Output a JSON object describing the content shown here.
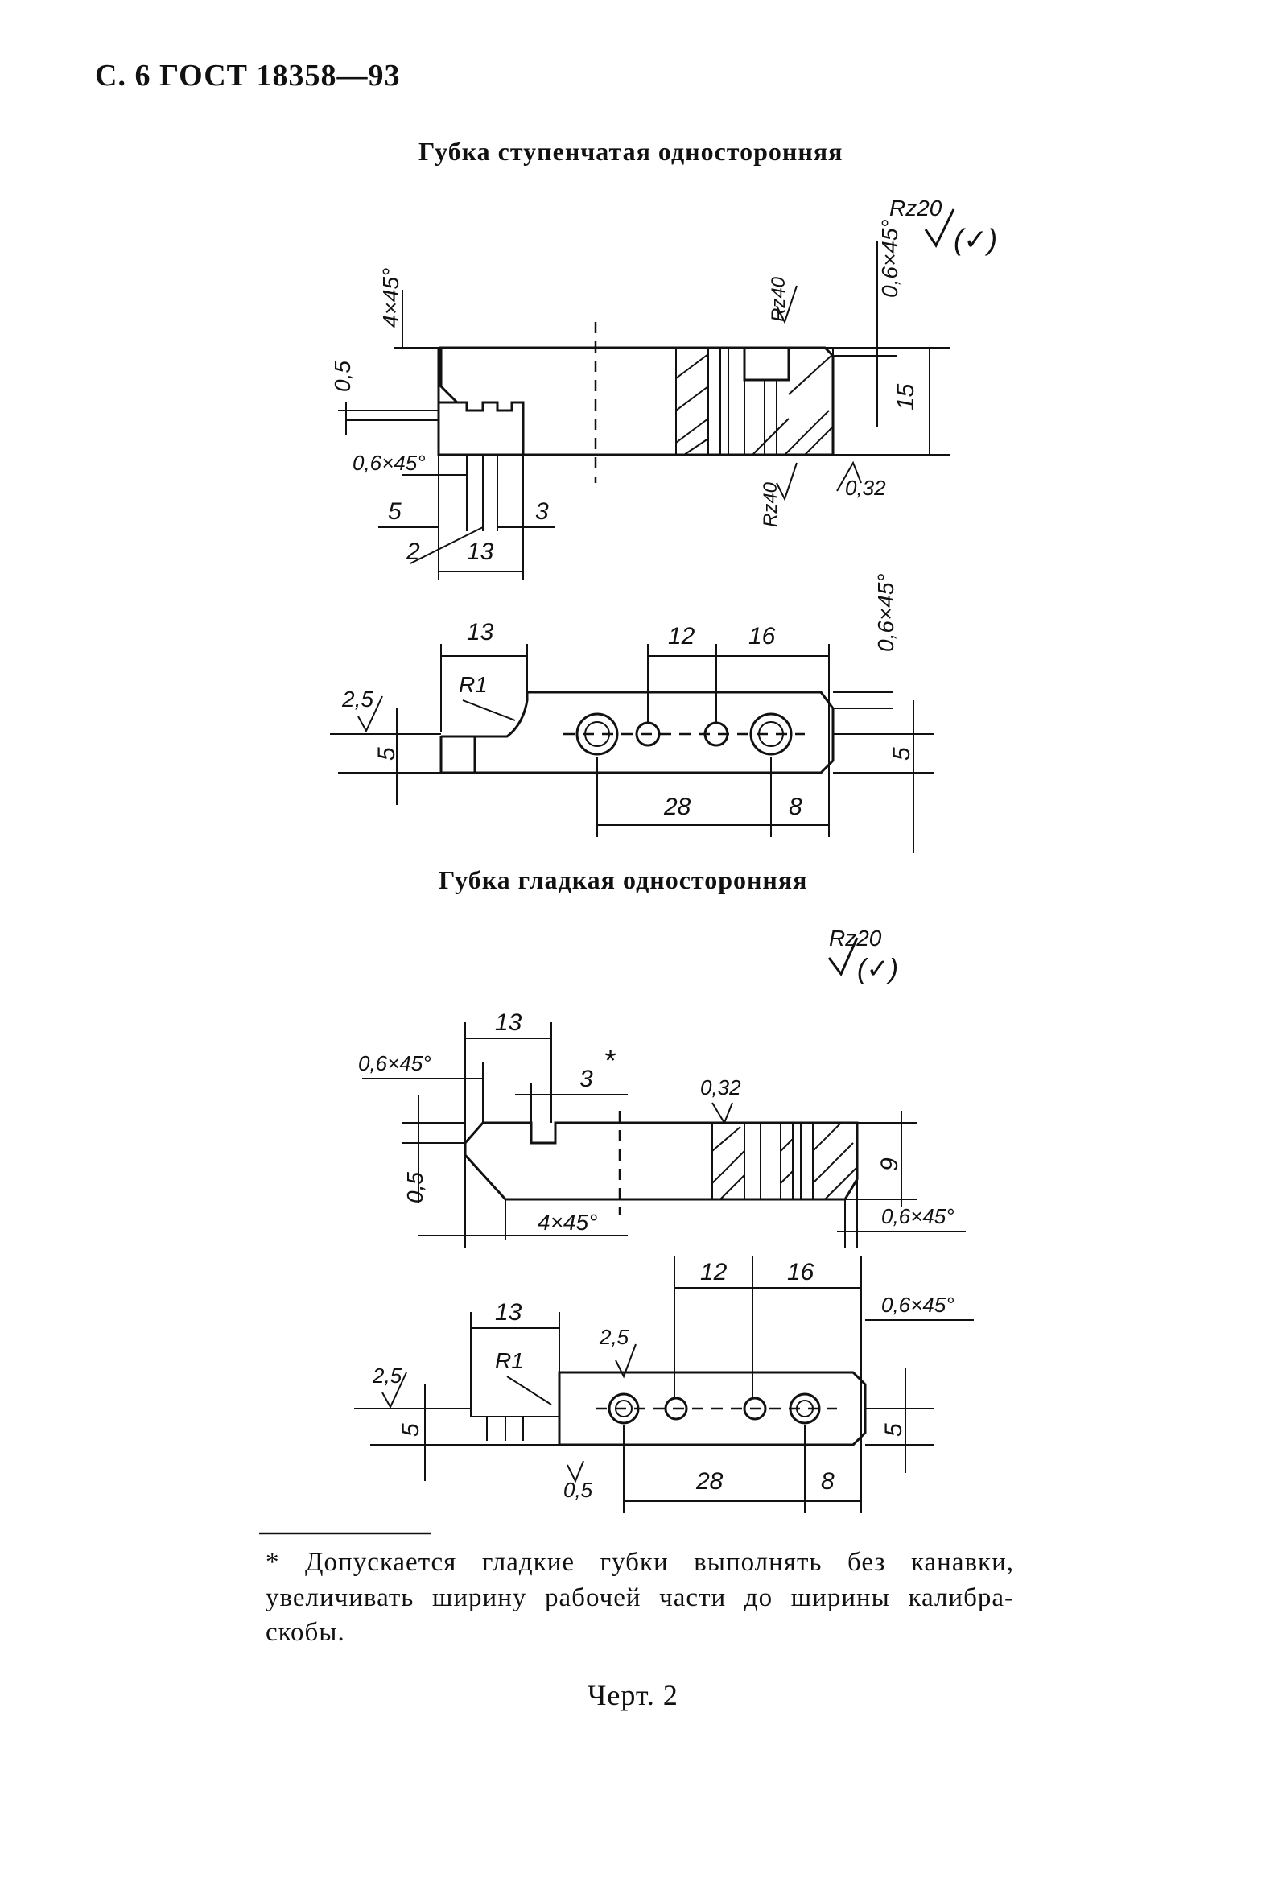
{
  "header": "С. 6 ГОСТ 18358—93",
  "section1": {
    "title": "Губка ступенчатая односторонняя",
    "roughness_main": "Rz20",
    "side_view": {
      "chamfer_top": "4×45°",
      "dim_05": "0,5",
      "chamfer_small": "0,6×45°",
      "dim_5": "5",
      "dim_2": "2",
      "dim_13": "13",
      "dim_3": "3",
      "rz40_top": "Rz40",
      "rz40_bottom": "Rz40",
      "chamfer_right": "0,6×45°",
      "dim_15": "15",
      "ra_032": "0,32"
    },
    "plan_view": {
      "dim_13": "13",
      "dim_12": "12",
      "dim_16": "16",
      "chamfer_right": "0,6×45°",
      "ra_25": "2,5",
      "radius": "R1",
      "dim_5_left": "5",
      "dim_5_right": "5",
      "dim_28": "28",
      "dim_8": "8"
    }
  },
  "section2": {
    "title": "Губка гладкая односторонняя",
    "roughness_main": "Rz20",
    "side_view": {
      "dim_13": "13",
      "chamfer_left": "0,6×45°",
      "dim_3": "3",
      "asterisk": "*",
      "ra_032": "0,32",
      "dim_9": "9",
      "dim_05": "0,5",
      "chamfer_bottom": "4×45°",
      "chamfer_right": "0,6×45°"
    },
    "plan_view": {
      "dim_12": "12",
      "dim_16": "16",
      "dim_13": "13",
      "chamfer_right": "0,6×45°",
      "ra_25_top": "2,5",
      "radius": "R1",
      "ra_25_left": "2,5",
      "dim_5_left": "5",
      "dim_5_right": "5",
      "ra_05": "0,5",
      "dim_28": "28",
      "dim_8": "8"
    }
  },
  "footnote": "* Допускается гладкие губки выполнять без канавки, увеличивать ширину рабочей части до ширины калибра-скобы.",
  "caption": "Черт. 2"
}
